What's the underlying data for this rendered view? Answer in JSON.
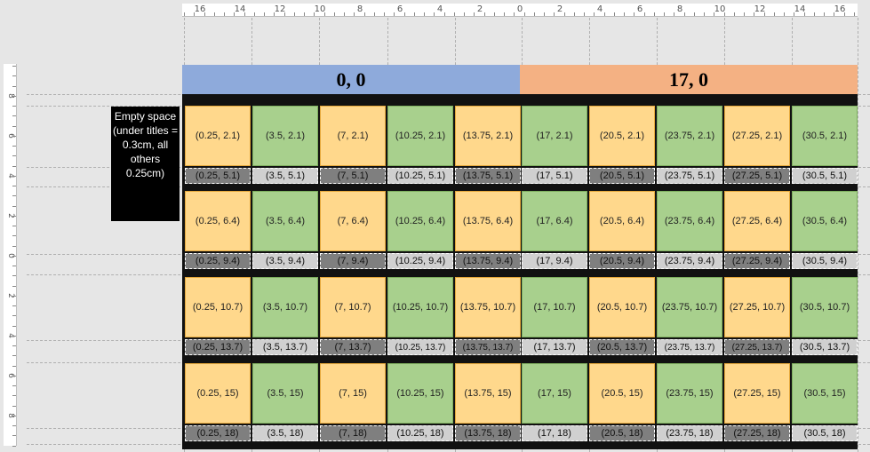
{
  "ruler_h_labels": [
    "16",
    "14",
    "12",
    "10",
    "8",
    "6",
    "4",
    "2",
    "0",
    "2",
    "4",
    "6",
    "8",
    "10",
    "12",
    "14",
    "16"
  ],
  "ruler_v_labels": [
    "8",
    "6",
    "4",
    "2",
    "0",
    "2",
    "4",
    "6",
    "8"
  ],
  "titles": [
    {
      "text": "0, 0",
      "color": "#8eaadb"
    },
    {
      "text": "17, 0",
      "color": "#f4b183"
    }
  ],
  "note": "Empty space (under titles = 0.3cm, all others 0.25cm)",
  "rows": [
    {
      "cells": [
        "(0.25, 2.1)",
        "(3.5, 2.1)",
        "(7, 2.1)",
        "(10.25, 2.1)",
        "(13.75, 2.1)",
        "(17, 2.1)",
        "(20.5, 2.1)",
        "(23.75, 2.1)",
        "(27.25, 2.1)",
        "(30.5, 2.1)"
      ],
      "labels": [
        "(0.25, 5.1)",
        "(3.5, 5.1)",
        "(7, 5.1)",
        "(10.25, 5.1)",
        "(13.75, 5.1)",
        "(17, 5.1)",
        "(20.5, 5.1)",
        "(23.75, 5.1)",
        "(27.25, 5.1)",
        "(30.5, 5.1)"
      ]
    },
    {
      "cells": [
        "(0.25, 6.4)",
        "(3.5, 6.4)",
        "(7, 6.4)",
        "(10.25, 6.4)",
        "(13.75, 6.4)",
        "(17, 6.4)",
        "(20.5, 6.4)",
        "(23.75, 6.4)",
        "(27.25, 6.4)",
        "(30.5, 6.4)"
      ],
      "labels": [
        "(0.25, 9.4)",
        "(3.5, 9.4)",
        "(7, 9.4)",
        "(10.25, 9.4)",
        "(13.75, 9.4)",
        "(17, 9.4)",
        "(20.5, 9.4)",
        "(23.75, 9.4)",
        "(27.25, 9.4)",
        "(30.5, 9.4)"
      ]
    },
    {
      "cells": [
        "(0.25, 10.7)",
        "(3.5, 10.7)",
        "(7, 10.7)",
        "(10.25, 10.7)",
        "(13.75, 10.7)",
        "(17, 10.7)",
        "(20.5, 10.7)",
        "(23.75, 10.7)",
        "(27.25, 10.7)",
        "(30.5, 10.7)"
      ],
      "labels": [
        "(0.25, 13.7)",
        "(3.5, 13.7)",
        "(7, 13.7)",
        "(10.25, 13.7)",
        "(13.75, 13.7)",
        "(17, 13.7)",
        "(20.5, 13.7)",
        "(23.75, 13.7)",
        "(27.25, 13.7)",
        "(30.5, 13.7)"
      ]
    },
    {
      "cells": [
        "(0.25, 15)",
        "(3.5, 15)",
        "(7, 15)",
        "(10.25, 15)",
        "(13.75, 15)",
        "(17, 15)",
        "(20.5, 15)",
        "(23.75, 15)",
        "(27.25, 15)",
        "(30.5, 15)"
      ],
      "labels": [
        "(0.25, 18)",
        "(3.5, 18)",
        "(7, 18)",
        "(10.25, 18)",
        "(13.75, 18)",
        "(17, 18)",
        "(20.5, 18)",
        "(23.75, 18)",
        "(27.25, 18)",
        "(30.5, 18)"
      ]
    }
  ],
  "colors": {
    "cell_orange": "#ffd88c",
    "cell_green": "#a8d08d",
    "label_dark": "#7f7f7f",
    "label_light": "#d0d0d0"
  }
}
